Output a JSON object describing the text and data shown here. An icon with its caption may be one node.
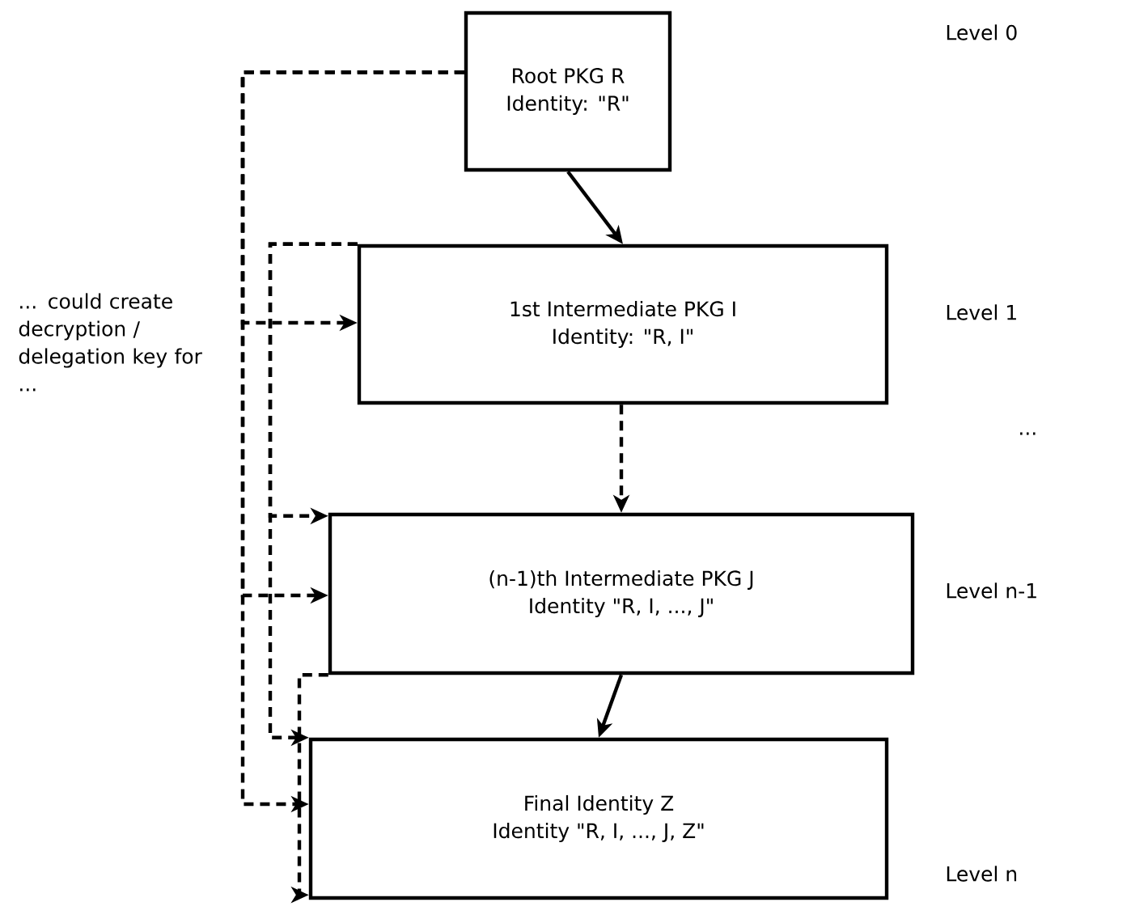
{
  "diagram": {
    "nodes": [
      {
        "text": [
          "Root PKG R",
          "Identity: \"R\""
        ]
      },
      {
        "text": [
          "1st Intermediate PKG I",
          "Identity: \"R, I\""
        ]
      },
      {
        "text": [
          "(n-1)th Intermediate PKG J",
          "Identity \"R, I, ..., J\""
        ]
      },
      {
        "text": [
          "Final Identity Z",
          "Identity \"R, I, ..., J, Z\""
        ]
      }
    ],
    "edges": [
      {
        "from": 0,
        "to": 1,
        "arrow": "to"
      },
      {
        "from": 1,
        "to": 2,
        "arrow": "to",
        "style": "dashed"
      },
      {
        "from": 2,
        "to": 3,
        "arrow": "to"
      },
      {
        "from": 0,
        "to": 1,
        "arrow": "to",
        "style": "dashed"
      },
      {
        "from": 0,
        "to": 2,
        "arrow": "to",
        "style": "dashed"
      },
      {
        "from": 0,
        "to": 3,
        "arrow": "to",
        "style": "dashed"
      },
      {
        "from": 1,
        "to": 2,
        "arrow": "to",
        "style": "dashed"
      },
      {
        "from": 1,
        "to": 3,
        "arrow": "to",
        "style": "dashed"
      },
      {
        "from": 2,
        "to": 3,
        "arrow": "to",
        "style": "dashed"
      }
    ],
    "labels": [
      "Level 0",
      "Level 1",
      "...",
      "Level n-1",
      "Level n",
      "... could create decryption / delegation key for ..."
    ]
  }
}
